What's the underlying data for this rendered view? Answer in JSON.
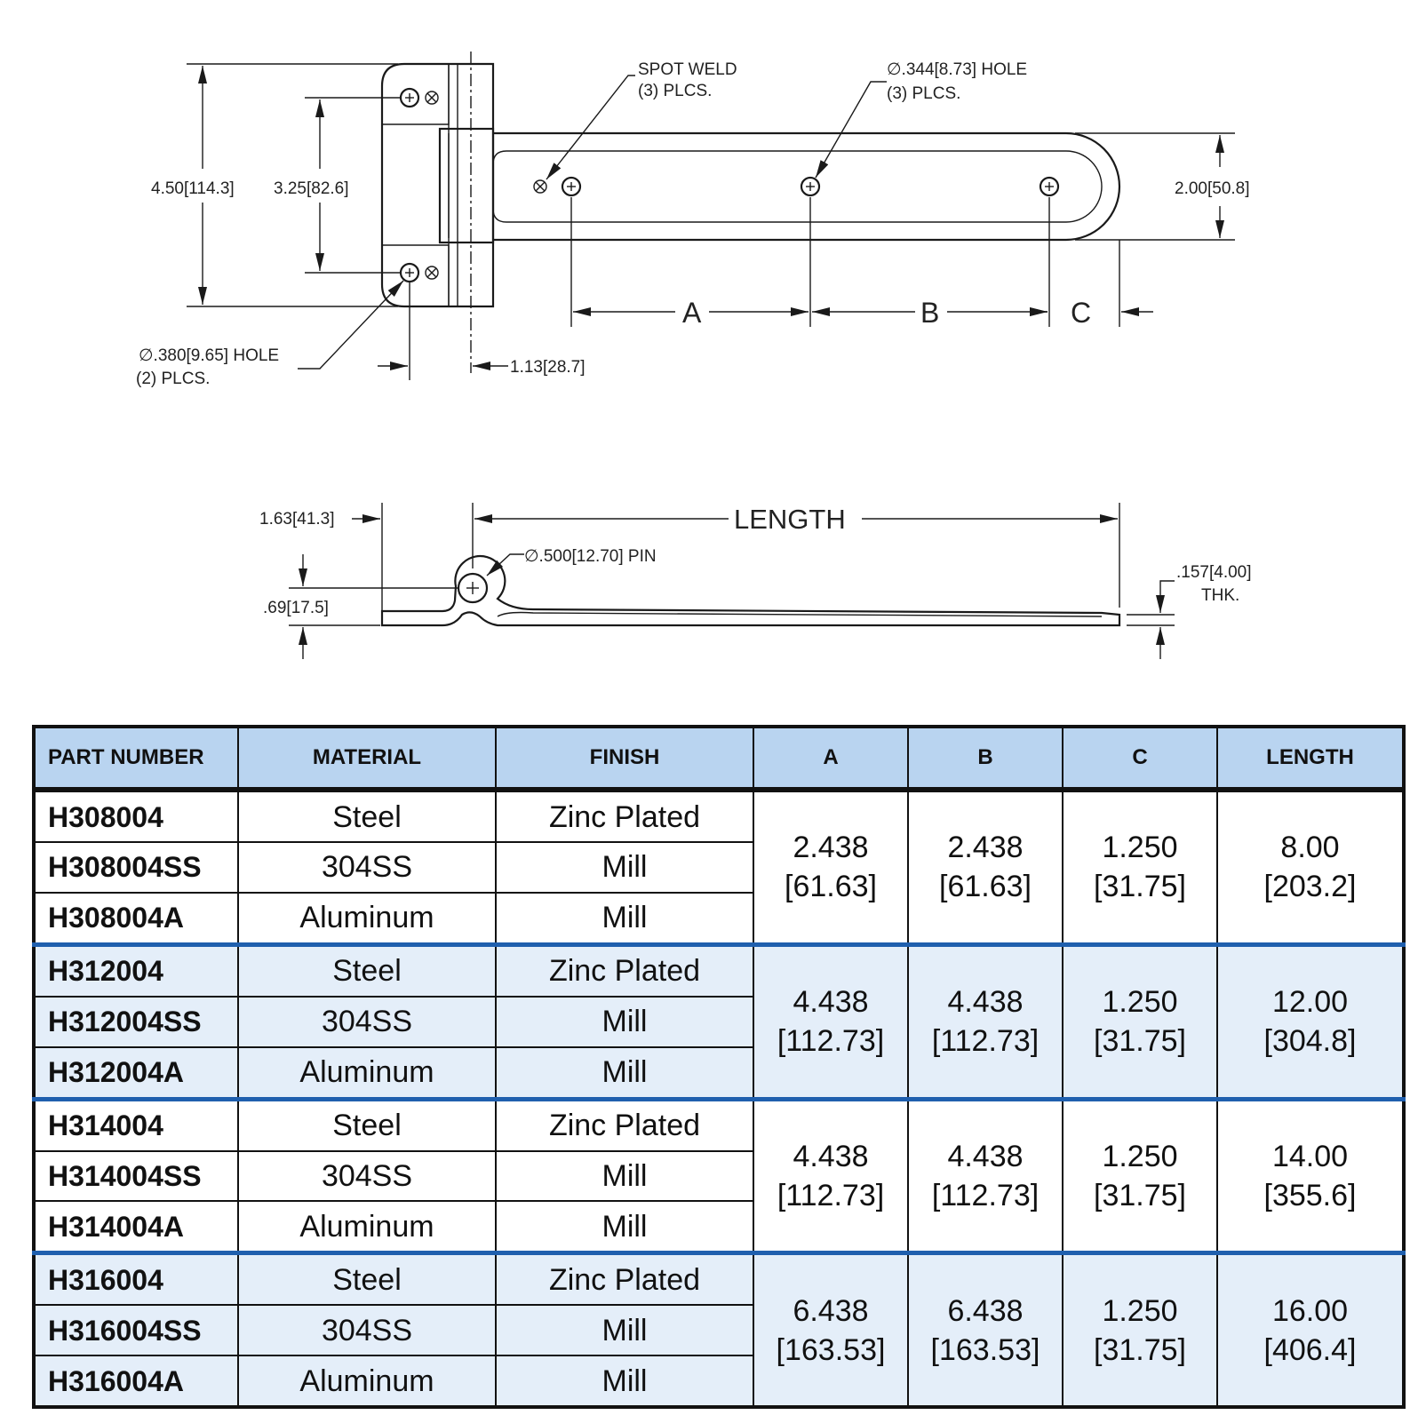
{
  "diagram": {
    "top_view": {
      "spot_weld": [
        "SPOT WELD",
        "(3) PLCS."
      ],
      "hole_344": [
        "∅.344[8.73] HOLE",
        "(3) PLCS."
      ],
      "hole_380": [
        "∅.380[9.65] HOLE",
        "(2) PLCS."
      ],
      "dim_450": "4.50[114.3]",
      "dim_325": "3.25[82.6]",
      "dim_200": "2.00[50.8]",
      "dim_113": "1.13[28.7]",
      "dim_a": "A",
      "dim_b": "B",
      "dim_c": "C"
    },
    "side_view": {
      "dim_163": "1.63[41.3]",
      "length": "LENGTH",
      "pin": "∅.500[12.70] PIN",
      "dim_69": ".69[17.5]",
      "thk": [
        ".157[4.00]",
        "THK."
      ]
    }
  },
  "table": {
    "headers": [
      "PART NUMBER",
      "MATERIAL",
      "FINISH",
      "A",
      "B",
      "C",
      "LENGTH"
    ],
    "groups": [
      {
        "rows": [
          {
            "part": "H308004",
            "material": "Steel",
            "finish": "Zinc Plated"
          },
          {
            "part": "H308004SS",
            "material": "304SS",
            "finish": "Mill"
          },
          {
            "part": "H308004A",
            "material": "Aluminum",
            "finish": "Mill"
          }
        ],
        "a": [
          "2.438",
          "[61.63]"
        ],
        "b": [
          "2.438",
          "[61.63]"
        ],
        "c": [
          "1.250",
          "[31.75]"
        ],
        "length": [
          "8.00",
          "[203.2]"
        ]
      },
      {
        "rows": [
          {
            "part": "H312004",
            "material": "Steel",
            "finish": "Zinc Plated"
          },
          {
            "part": "H312004SS",
            "material": "304SS",
            "finish": "Mill"
          },
          {
            "part": "H312004A",
            "material": "Aluminum",
            "finish": "Mill"
          }
        ],
        "a": [
          "4.438",
          "[112.73]"
        ],
        "b": [
          "4.438",
          "[112.73]"
        ],
        "c": [
          "1.250",
          "[31.75]"
        ],
        "length": [
          "12.00",
          "[304.8]"
        ]
      },
      {
        "rows": [
          {
            "part": "H314004",
            "material": "Steel",
            "finish": "Zinc Plated"
          },
          {
            "part": "H314004SS",
            "material": "304SS",
            "finish": "Mill"
          },
          {
            "part": "H314004A",
            "material": "Aluminum",
            "finish": "Mill"
          }
        ],
        "a": [
          "4.438",
          "[112.73]"
        ],
        "b": [
          "4.438",
          "[112.73]"
        ],
        "c": [
          "1.250",
          "[31.75]"
        ],
        "length": [
          "14.00",
          "[355.6]"
        ]
      },
      {
        "rows": [
          {
            "part": "H316004",
            "material": "Steel",
            "finish": "Zinc Plated"
          },
          {
            "part": "H316004SS",
            "material": "304SS",
            "finish": "Mill"
          },
          {
            "part": "H316004A",
            "material": "Aluminum",
            "finish": "Mill"
          }
        ],
        "a": [
          "6.438",
          "[163.53]"
        ],
        "b": [
          "6.438",
          "[163.53]"
        ],
        "c": [
          "1.250",
          "[31.75]"
        ],
        "length": [
          "16.00",
          "[406.4]"
        ]
      }
    ]
  }
}
